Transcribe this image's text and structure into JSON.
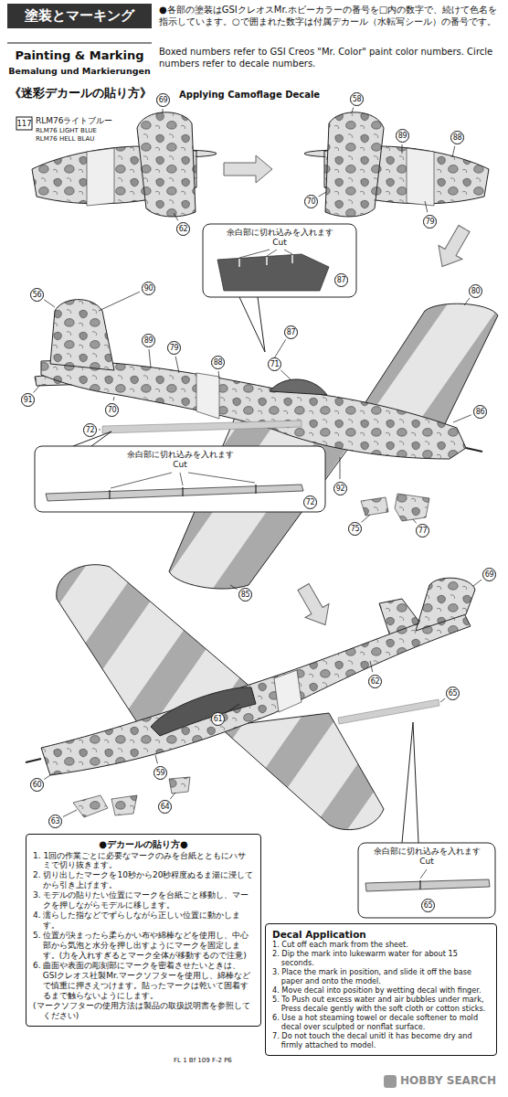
{
  "diagram": {
    "title": "塗装とマーキング",
    "nodes": [
      {
        "text": [
          "余白部に切れ込みを入れます",
          "Cut"
        ]
      },
      {
        "text": [
          "余白部に切れ込みを入れます",
          "Cut"
        ]
      },
      {
        "text": [
          "余白部に切れ込みを入れます",
          "Cut"
        ]
      },
      {
        "text": [
          "●デカールの貼り方●",
          "1. 1回の作業ごとに必要なマークのみを台紙とともにハサミで切り抜きます。",
          "2. 切り出したマークを10秒から20秒程度ぬるま湯に浸してから引き上げます。",
          "3. モデルの貼りたい位置にマークを台紙ごと移動し、マークを押しながらモデルに移します。",
          "4. 濡らした指などでずらしながら正しい位置に動かします。",
          "5. 位置が決まったら柔らかい布や綿棒などを使用し、中心部から気泡と水分を押し出すようにマークを固定します。(力を入れすぎるとマーク全体が移動するので注意)",
          "6. 曲面や表面の彫刻部にマークを密着させたいときは、GSIクレオス社製Mr.マークソフターを使用し、綿棒などで慎重に押さえつけます。貼ったマークは乾いて固着するまで触らないようにします。",
          "(マークソフターの使用方法は製品の取扱説明書を参照してください)"
        ]
      },
      {
        "text": [
          "Decal Application",
          "1. Cut off each mark from the sheet.",
          "2. Dip the mark into lukewarm water for about 15 seconds.",
          "3. Place the mark in position, and slide it off the base paper and onto the model.",
          "4. Move decal into position by wetting decal with finger.",
          "5. To Push out excess water and air bubbles under mark, Press decale gently with the soft cloth or cotton sticks.",
          "6. Use a hot steaming towel or decale softener to mold decal over sculpted or nonflat surface.",
          "7. Do not touch the decal unitl it has become dry and firmly attached to model."
        ]
      }
    ],
    "labels": [
      "Painting & Marking",
      "Bemalung und Markierungen",
      "●各部の塗装はGSIクレオスMr.ホビーカラーの番号を□内の数字で、続けて色名を指示しています。○で囲まれた数字は付属デカール（水転写シール）の番号です。",
      "Boxed numbers refer to GSI Creos \"Mr. Color\" paint color numbers. Circle numbers refer to decale numbers.",
      "《迷彩デカールの貼り方》",
      "Applying Camoflage Decale",
      "117",
      "RLM76ライトブルー",
      "RLM76 LIGHT BLUE",
      "RLM76 HELL BLAU",
      "69",
      "62",
      "58",
      "89",
      "88",
      "70",
      "79",
      "87",
      "56",
      "90",
      "89",
      "79",
      "88",
      "71",
      "87",
      "80",
      "91",
      "70",
      "86",
      "72",
      "72",
      "92",
      "75",
      "77",
      "85",
      "69",
      "62",
      "65",
      "61",
      "60",
      "59",
      "64",
      "63",
      "65",
      "FL 1 Bf 109 F-2 P6",
      "HOBBY SEARCH"
    ]
  }
}
